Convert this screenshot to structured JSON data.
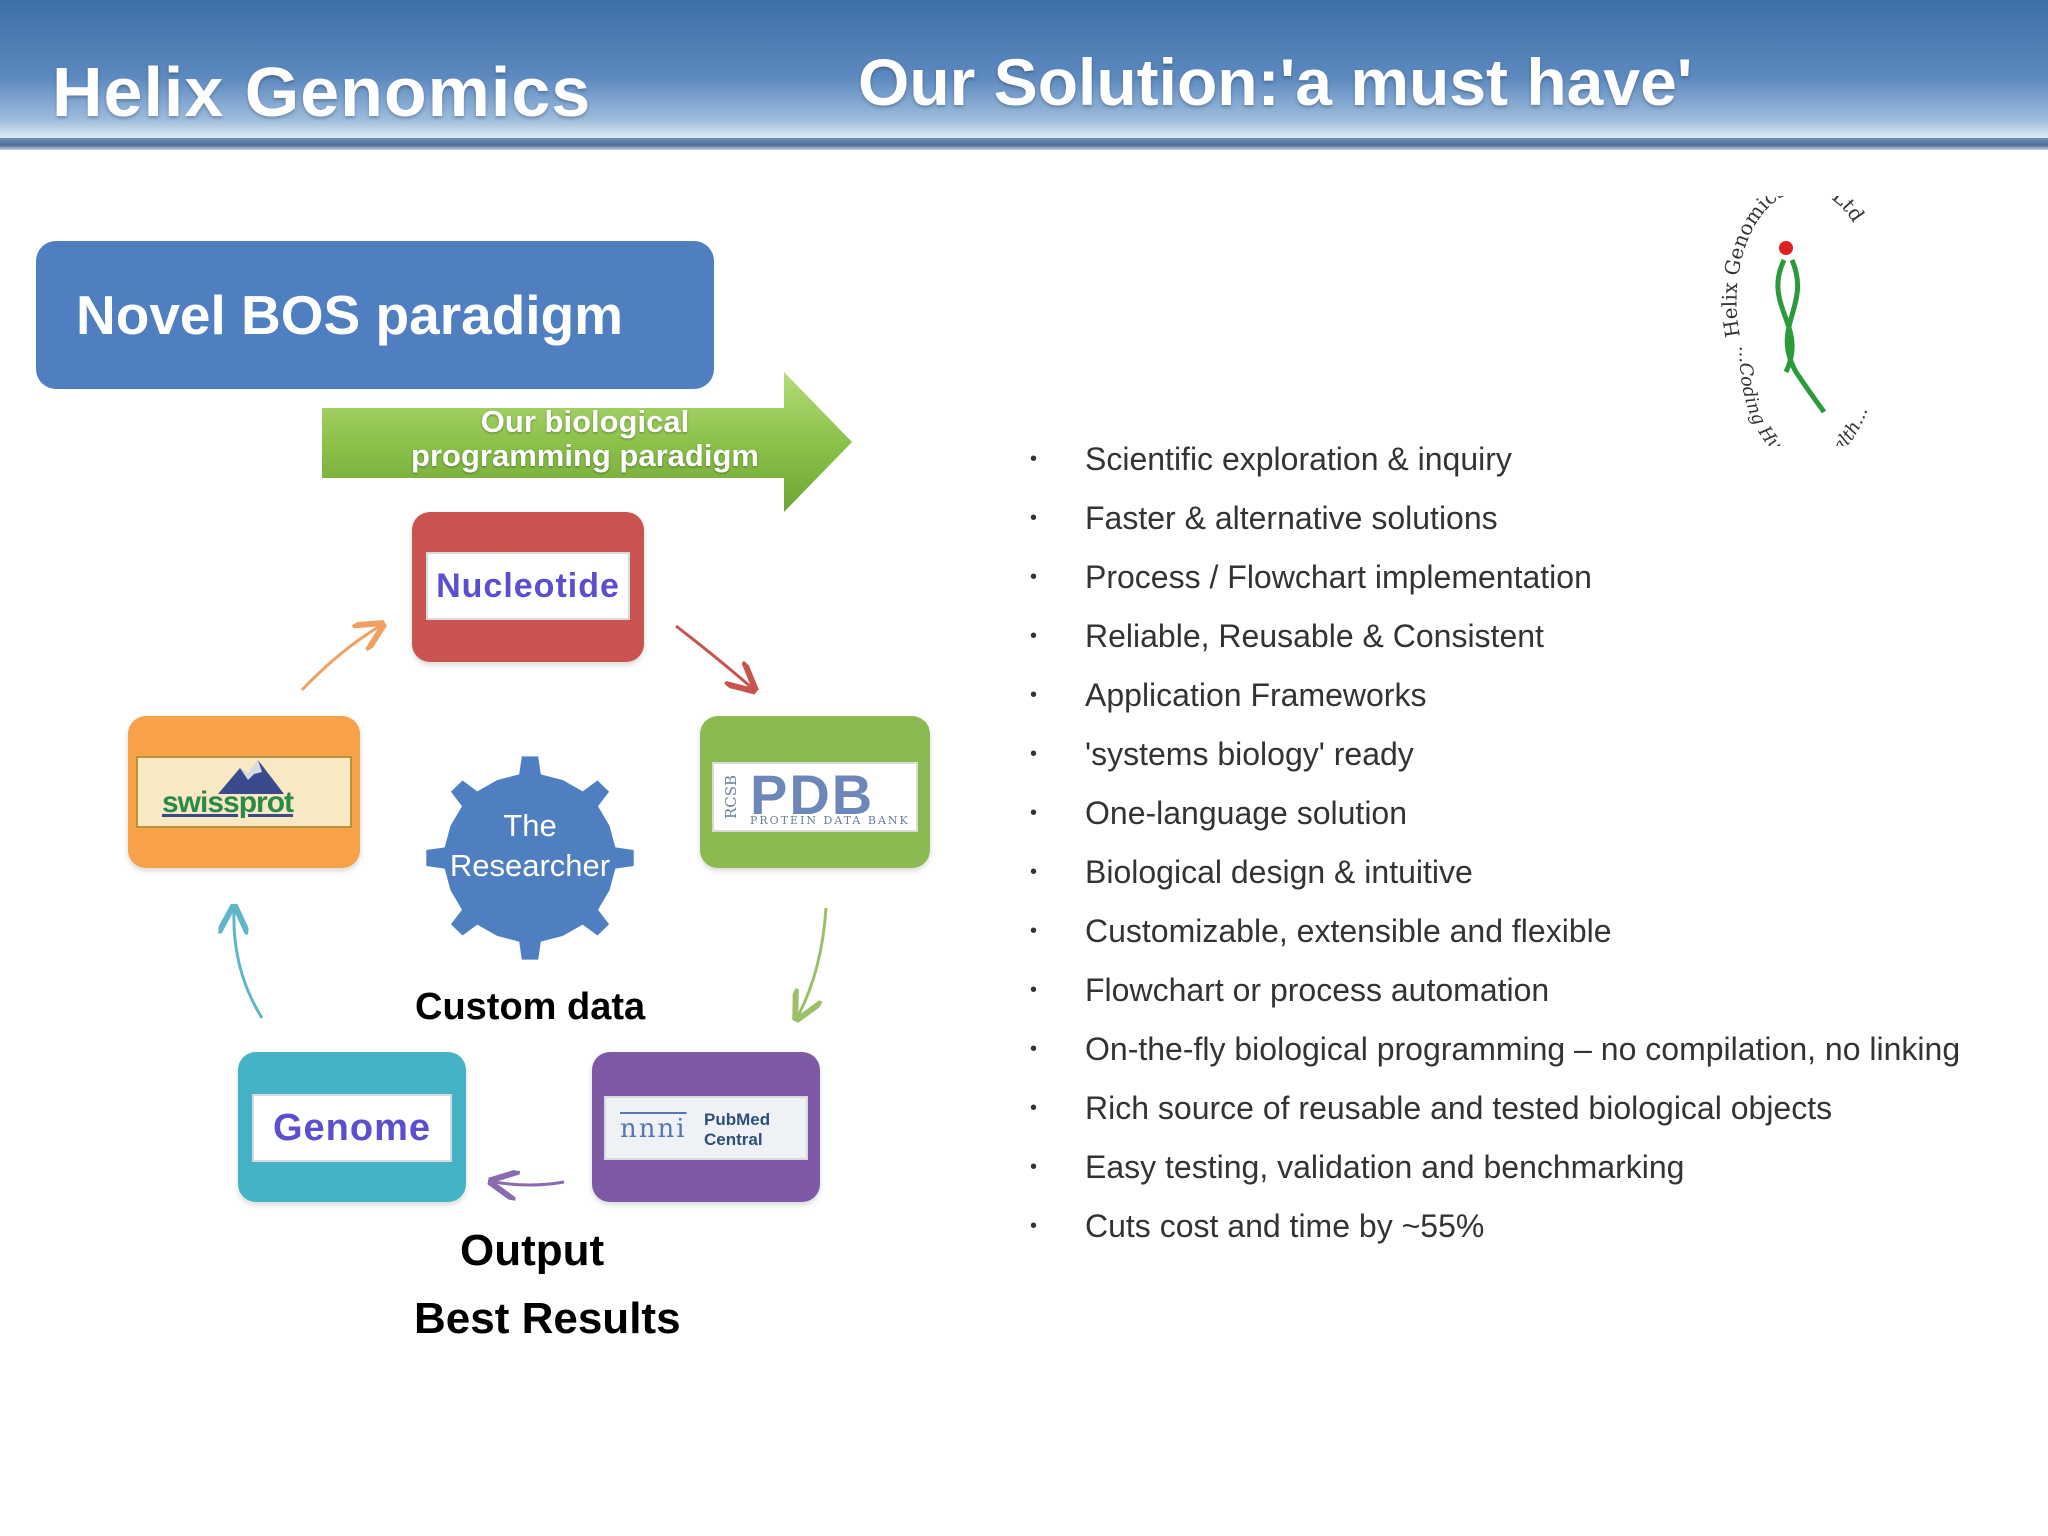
{
  "header": {
    "brand": "Helix Genomics",
    "title": "Our Solution:'a must have'"
  },
  "paradigm_box": {
    "label": "Novel BOS paradigm"
  },
  "arrow": {
    "line1": "Our biological",
    "line2": "programming paradigm"
  },
  "cycle": {
    "nucleotide": "Nucleotide",
    "pdb": {
      "prefix": "RCSB",
      "main": "PDB",
      "sub": "PROTEIN DATA BANK"
    },
    "pubmed": {
      "line1": "PubMed",
      "line2": "Central",
      "mark": "nnni"
    },
    "genome": "Genome",
    "swissprot": "swissprot",
    "researcher": {
      "line1": "The",
      "line2": "Researcher"
    }
  },
  "labels": {
    "custom_data": "Custom data",
    "output": "Output",
    "best_results": "Best Results"
  },
  "logo": {
    "arc_top": "Helix Genomics Pvt Ltd",
    "arc_bottom": "...Coding Human Health..."
  },
  "bullets": [
    "Scientific exploration & inquiry",
    "Faster & alternative solutions",
    "Process / Flowchart implementation",
    "Reliable, Reusable & Consistent",
    "Application Frameworks",
    "'systems biology' ready",
    "One-language solution",
    "Biological design & intuitive",
    "Customizable, extensible and flexible",
    "Flowchart or process automation",
    "On-the-fly biological programming – no compilation, no linking",
    "Rich source of reusable and tested biological objects",
    "Easy testing, validation and benchmarking",
    "Cuts cost and time by ~55%"
  ],
  "colors": {
    "header": "#4a79b0",
    "paradigm_box": "#4f7fc0",
    "arrow": "#8cc14a",
    "nucleotide": "#c9534f",
    "pdb": "#8cb950",
    "pubmed": "#7e5aa6",
    "genome": "#45b3c6",
    "swissprot": "#f7a148",
    "researcher": "#4f7fc0"
  }
}
